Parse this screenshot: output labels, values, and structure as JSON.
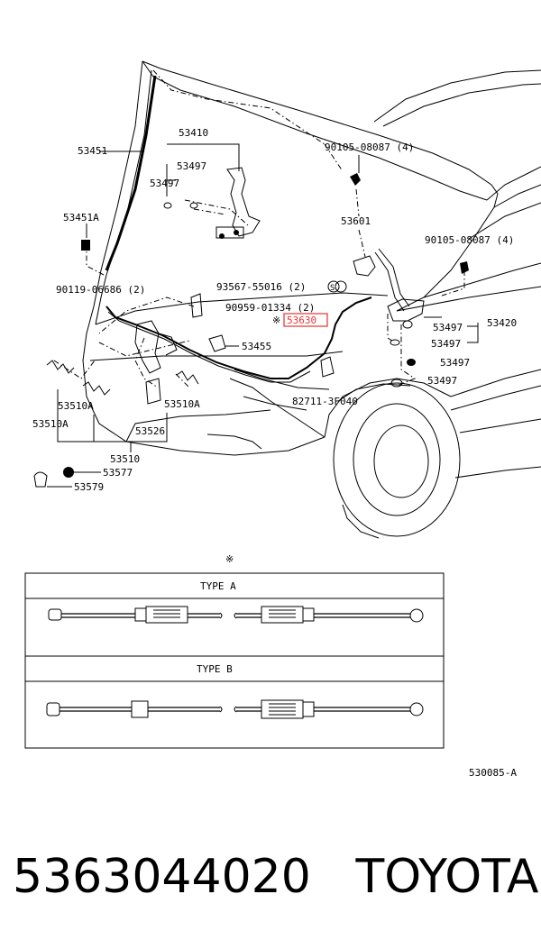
{
  "diagram": {
    "labels": {
      "l53451": "53451",
      "l53410": "53410",
      "l53497a": "53497",
      "l53497b": "53497",
      "l53451A": "53451A",
      "l90105top": "90105-08087 (4)",
      "l53601": "53601",
      "l90105right": "90105-08087 (4)",
      "l90119": "90119-06686 (2)",
      "l93567": "93567-55016 (2)",
      "l90959": "90959-01334 (2)",
      "l53630": "53630",
      "l53420": "53420",
      "l53497c": "53497",
      "l53497d": "53497",
      "l53455": "53455",
      "l53497e": "53497",
      "l53497f": "53497",
      "l82711": "82711-3F040",
      "l53510Aa": "53510A",
      "l53510Ab": "53510A",
      "l53510Ac": "53510A",
      "l53526": "53526",
      "l53510": "53510",
      "l53577": "53577",
      "l53579": "53579",
      "asterisk_mark": "※",
      "asterisk_top": "※",
      "s_mark": "S"
    },
    "highlight_color": "#e33333",
    "type_table": {
      "type_a": "TYPE  A",
      "type_b": "TYPE  B"
    },
    "figure_code": "530085-A"
  },
  "footer": {
    "part_number": "5363044020",
    "brand": "TOYOTA"
  }
}
